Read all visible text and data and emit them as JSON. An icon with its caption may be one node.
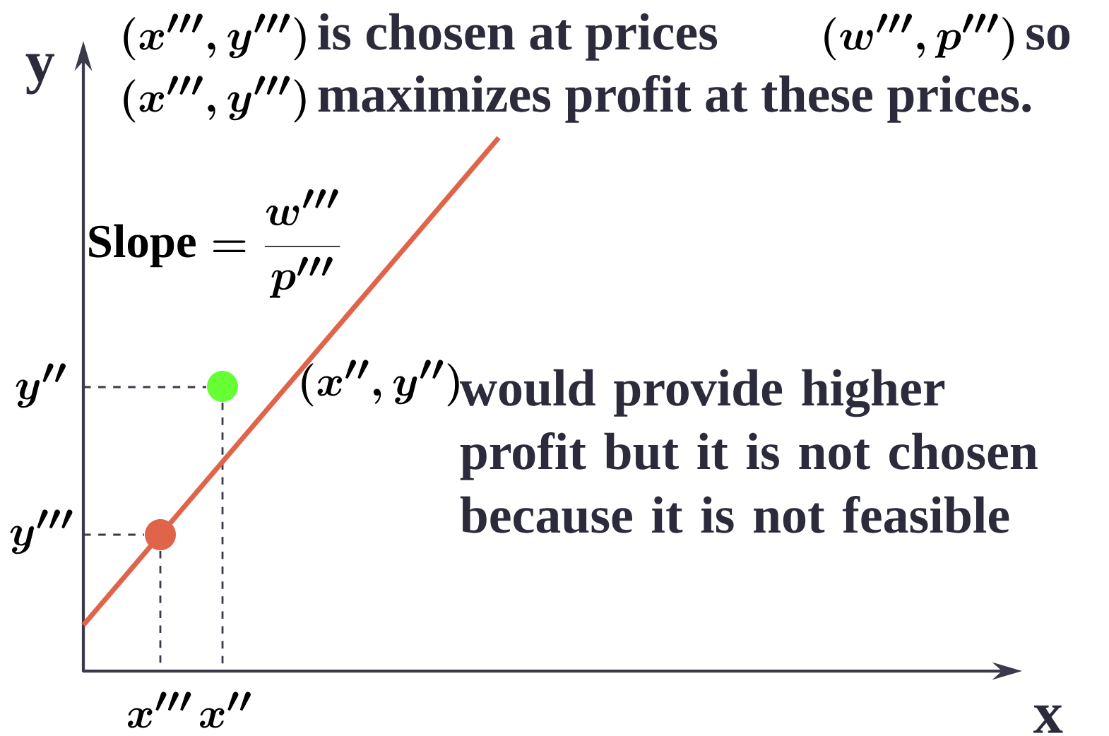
{
  "diagram": {
    "labels": [
      "(x''',y''')",
      "is chosen at prices",
      "(w''',p''')",
      "so",
      "(x''',y''')",
      "maximizes profit at these prices.",
      "y",
      "\\mathrm{Slope} = \\frac{w'''}{p'''}",
      "(x'',y'')",
      "would provide higher profit but it is not chosen because it is not feasible",
      "y''",
      "y'''",
      "x'''",
      "x''",
      "x"
    ]
  }
}
